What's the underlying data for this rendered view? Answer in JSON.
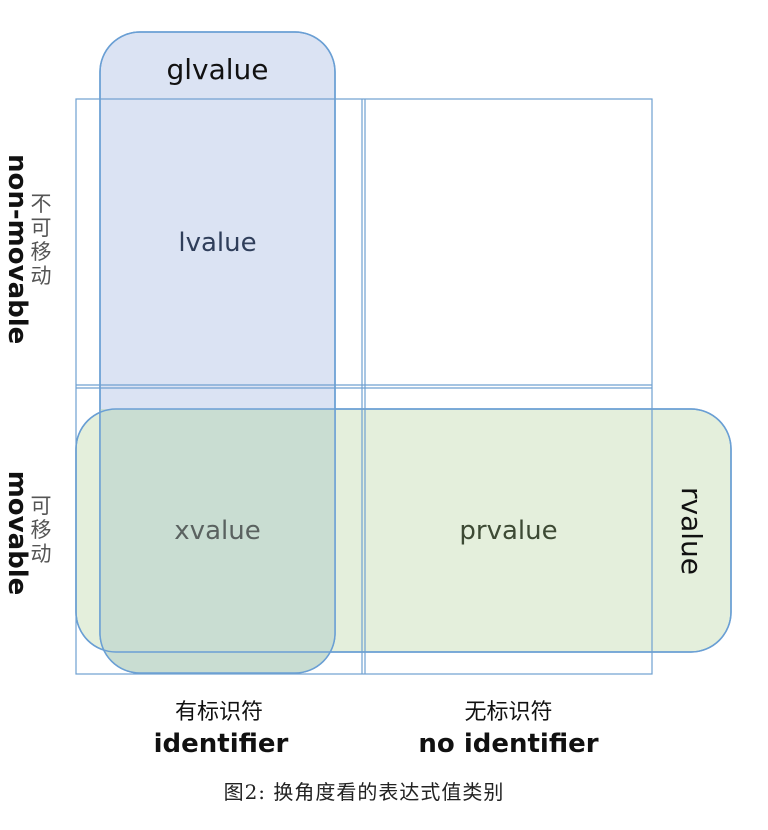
{
  "labels": {
    "glvalue": "glvalue",
    "lvalue": "lvalue",
    "xvalue": "xvalue",
    "prvalue": "prvalue",
    "rvalue": "rvalue"
  },
  "rows": {
    "top": {
      "en": "non-movable",
      "zh": "不可移动"
    },
    "bottom": {
      "en": "movable",
      "zh": "可移动"
    }
  },
  "columns": {
    "left": {
      "zh": "有标识符",
      "en": "identifier"
    },
    "right": {
      "zh": "无标识符",
      "en": "no identifier"
    }
  },
  "caption": "图2: 换角度看的表达式值类别",
  "colors": {
    "grid_line": "#6fa0d0",
    "glvalue_fill": "#dbe3f3",
    "rvalue_fill": "#e4efdc",
    "overlap_fill": "#c9ddd2",
    "shape_stroke": "#6a9fd4"
  }
}
